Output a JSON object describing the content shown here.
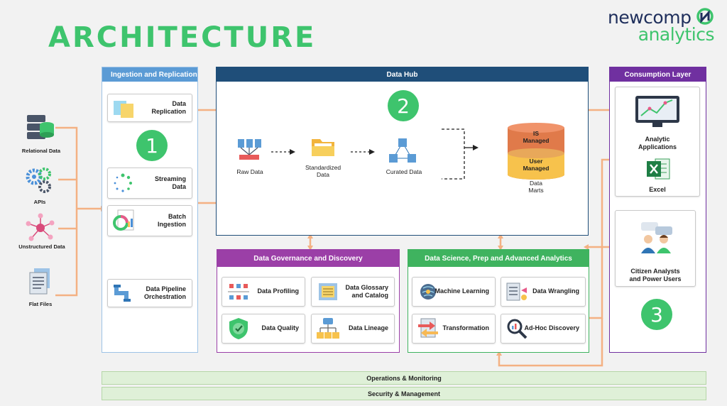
{
  "title": "ARCHITECTURE",
  "logo": {
    "line1": "newcomp",
    "line2": "analytics"
  },
  "sources": [
    {
      "label": "Relational Data",
      "icon": "database-icon"
    },
    {
      "label": "APIs",
      "icon": "gears-icon"
    },
    {
      "label": "Unstructured Data",
      "icon": "network-icon"
    },
    {
      "label": "Flat Files",
      "icon": "files-icon"
    }
  ],
  "ingestion": {
    "header": "Ingestion and Replication",
    "badge": "1",
    "items": [
      {
        "line1": "Data",
        "line2": "Replication",
        "icon": "folders-icon"
      },
      {
        "line1": "Streaming",
        "line2": "Data",
        "icon": "spinner-icon"
      },
      {
        "line1": "Batch",
        "line2": "Ingestion",
        "icon": "report-icon"
      },
      {
        "line1": "Data Pipeline",
        "line2": "Orchestration",
        "icon": "pipe-icon"
      }
    ]
  },
  "hub": {
    "header": "Data Hub",
    "badge": "2",
    "raw": "Raw Data",
    "std_line1": "Standardized",
    "std_line2": "Data",
    "curated": "Curated Data",
    "is_line1": "IS",
    "is_line2": "Managed",
    "user_line1": "User",
    "user_line2": "Managed",
    "marts_line1": "Data",
    "marts_line2": "Marts"
  },
  "governance": {
    "header": "Data Governance and Discovery",
    "items": [
      {
        "line1": "Data Profiling",
        "line2": "",
        "icon": "profiling-icon"
      },
      {
        "line1": "Data Glossary",
        "line2": "and Catalog",
        "icon": "catalog-icon"
      },
      {
        "line1": "Data Quality",
        "line2": "",
        "icon": "shield-check-icon"
      },
      {
        "line1": "Data Lineage",
        "line2": "",
        "icon": "lineage-icon"
      }
    ]
  },
  "science": {
    "header": "Data Science, Prep and Advanced Analytics",
    "items": [
      {
        "line1": "Machine Learning",
        "line2": "",
        "icon": "brain-icon"
      },
      {
        "line1": "Data Wrangling",
        "line2": "",
        "icon": "wrangling-icon"
      },
      {
        "line1": "Transformation",
        "line2": "",
        "icon": "transform-icon"
      },
      {
        "line1": "Ad-Hoc Discovery",
        "line2": "",
        "icon": "magnifier-icon"
      }
    ]
  },
  "consumption": {
    "header": "Consumption Layer",
    "badge": "3",
    "analytic_line1": "Analytic",
    "analytic_line2": "Applications",
    "excel": "Excel",
    "citizen_line1": "Citizen Analysts",
    "citizen_line2": "and Power Users"
  },
  "bars": {
    "ops": "Operations & Monitoring",
    "security": "Security & Management"
  },
  "colors": {
    "green": "#3ec46d",
    "ingestion_header": "#5b9bd5",
    "hub_header": "#1f4e79",
    "governance_header": "#9b3fa7",
    "science_header": "#3fb35f",
    "consumption_header": "#7030a0",
    "connector": "#f4b183"
  }
}
